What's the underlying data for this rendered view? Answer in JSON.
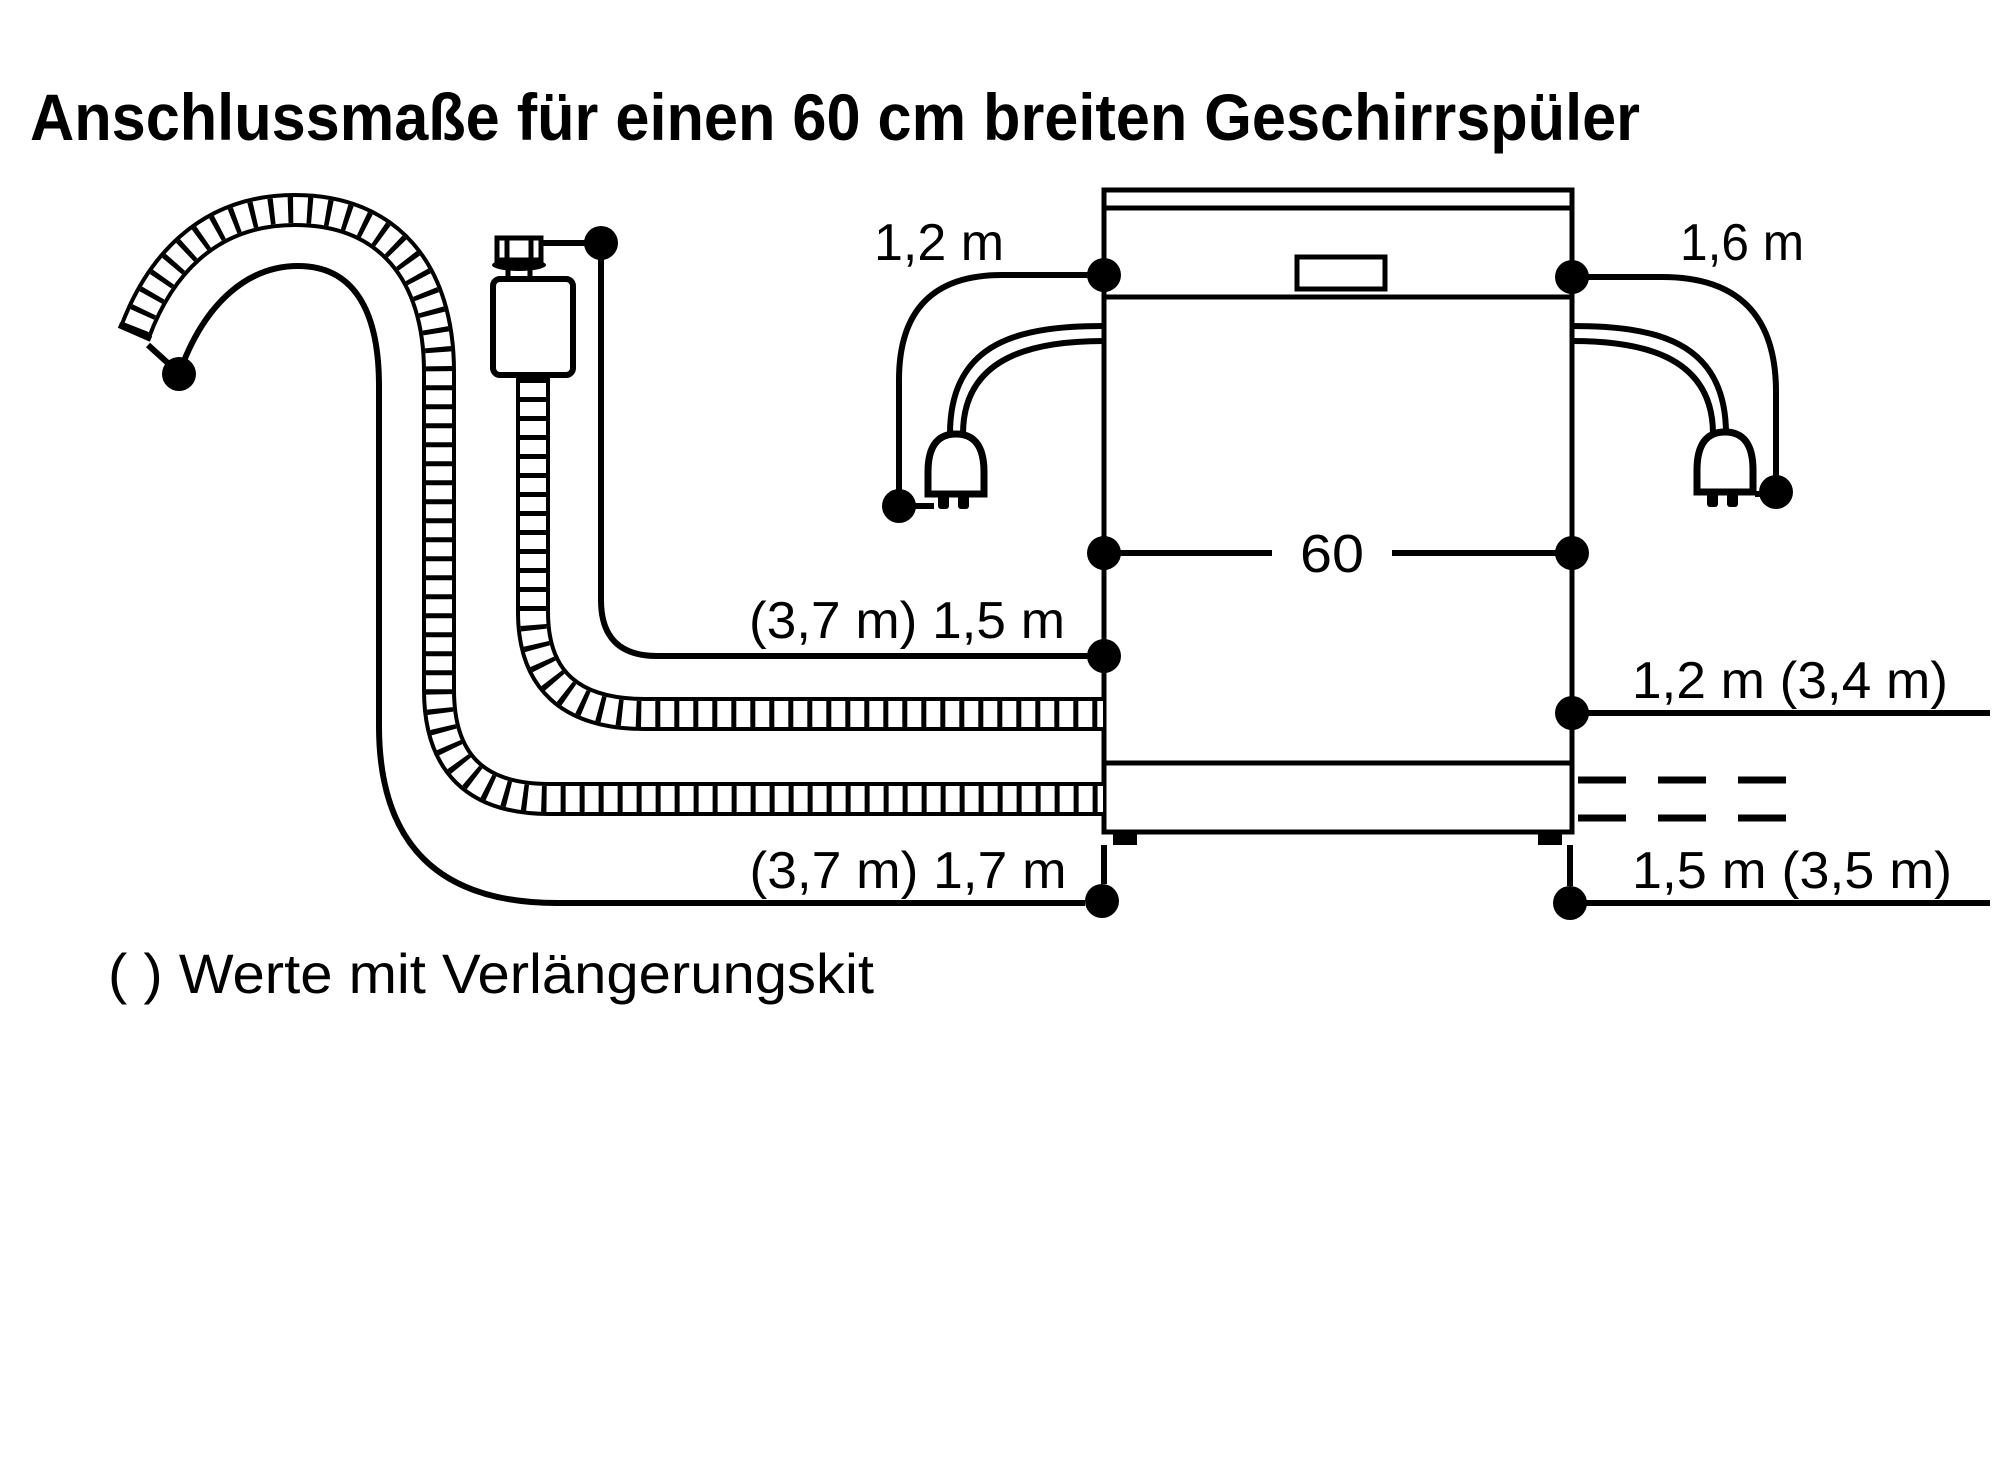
{
  "colors": {
    "background": "#ffffff",
    "ink": "#000000"
  },
  "title": "Anschlussmaße für einen 60 cm breiten Geschirrspüler",
  "figure": {
    "appliance_width_label": "60",
    "measurements": {
      "power_cord_left": "1,2 m",
      "power_cord_right": "1,6 m",
      "supply_hose_left": "(3,7 m) 1,5 m",
      "supply_hose_right": "1,2 m (3,4 m)",
      "drain_hose_left": "(3,7 m) 1,7 m",
      "drain_hose_right": "1,5 m (3,5 m)"
    },
    "note": "( ) Werte mit Verlängerungskit"
  }
}
